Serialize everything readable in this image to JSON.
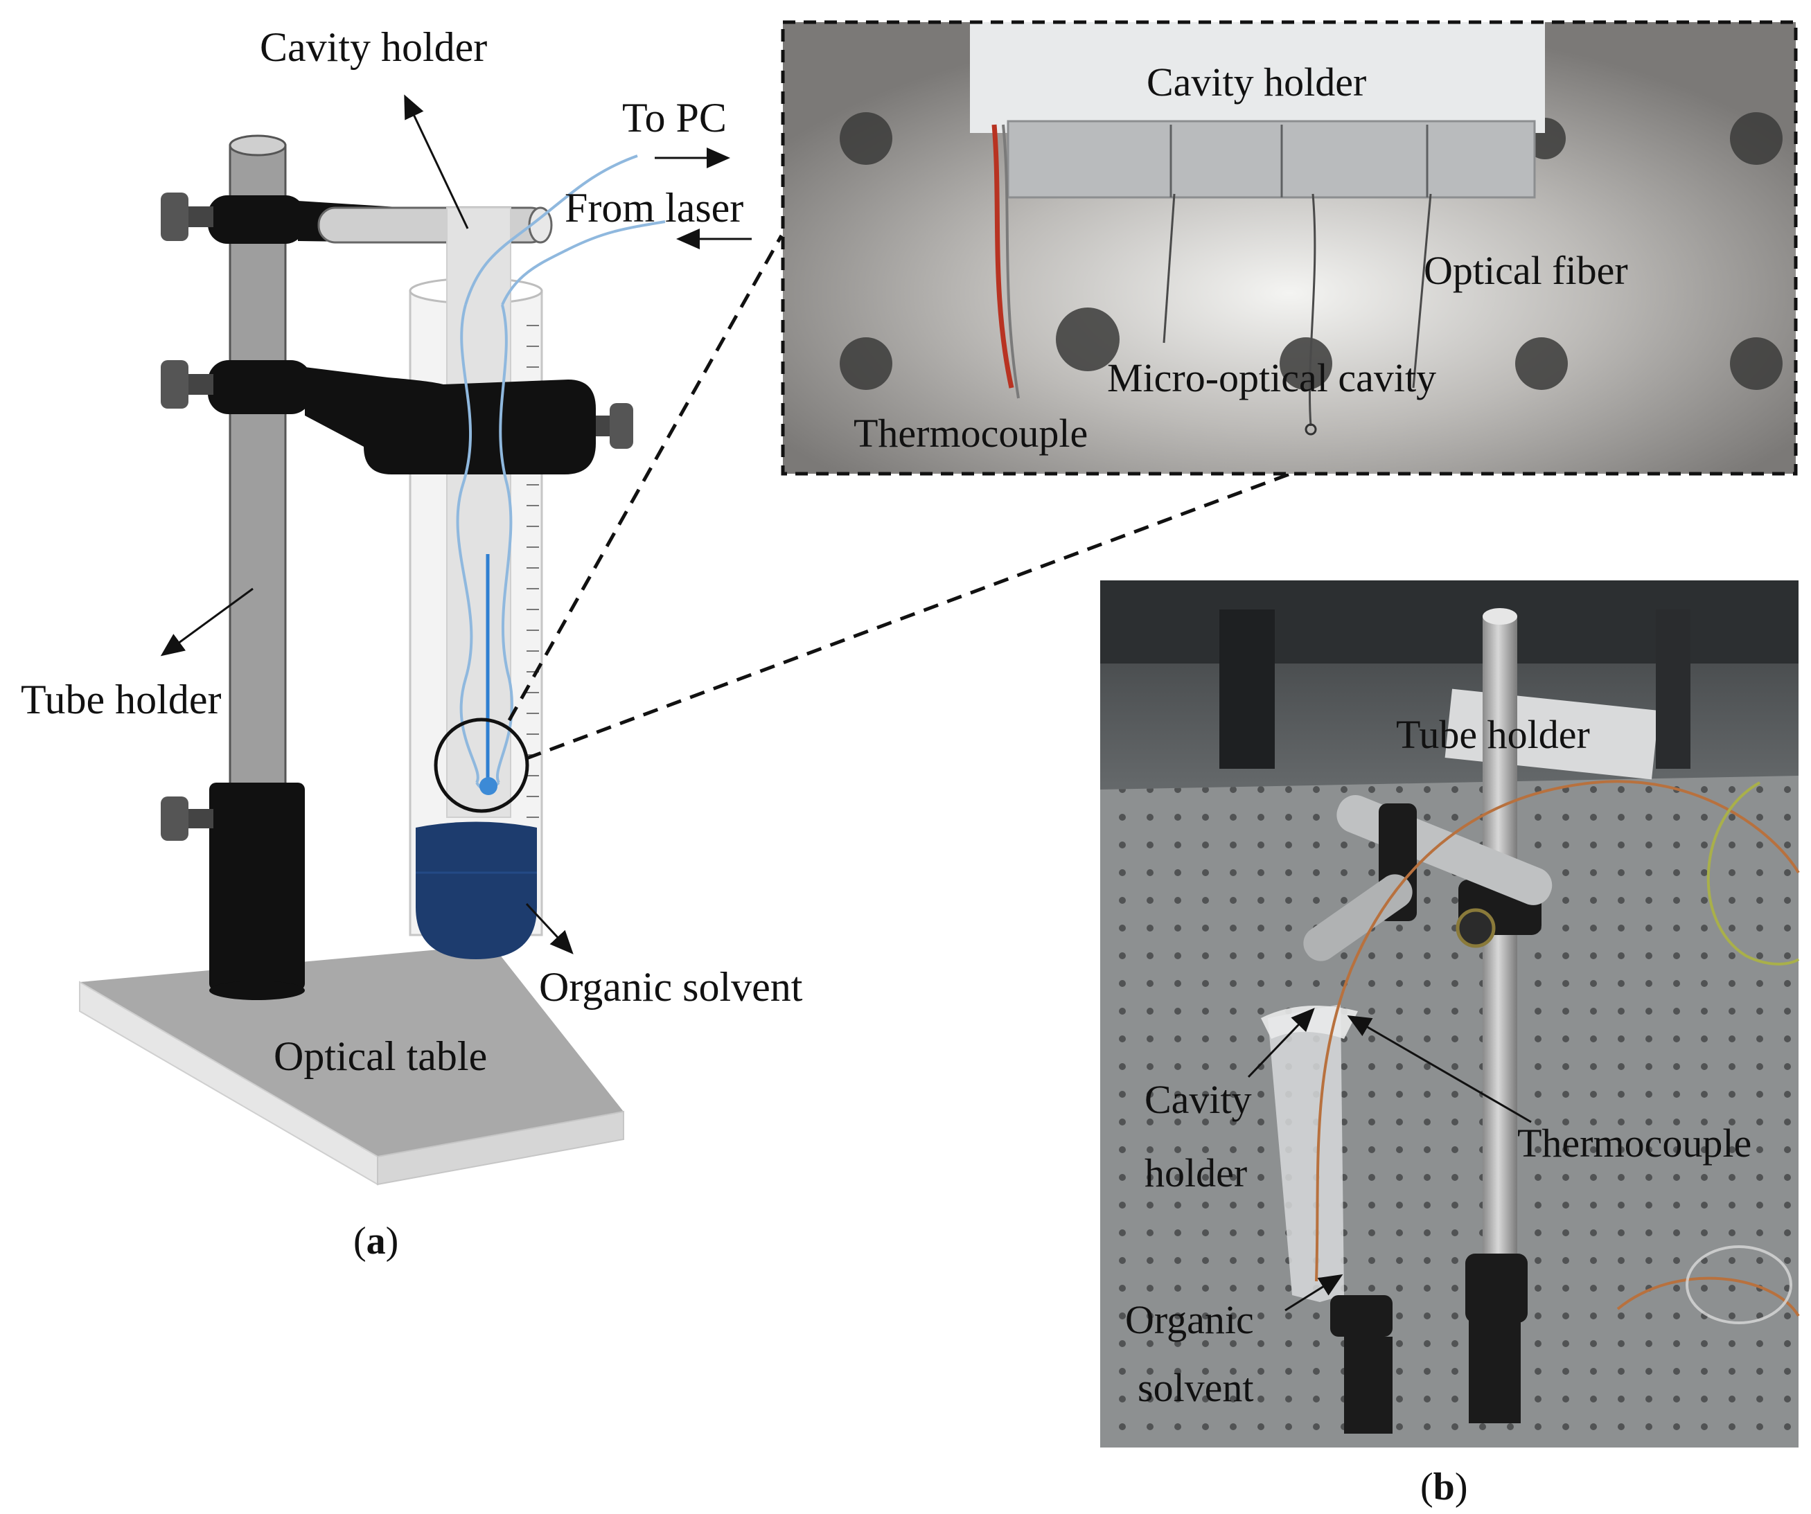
{
  "panel_a": {
    "caption_open": "(",
    "caption_letter": "a",
    "caption_close": ")",
    "labels": {
      "cavity_holder": "Cavity holder",
      "to_pc": "To PC",
      "from_laser": "From laser",
      "tube_holder": "Tube holder",
      "organic_solvent": "Organic solvent",
      "optical_table": "Optical table"
    }
  },
  "inset": {
    "labels": {
      "cavity_holder": "Cavity holder",
      "optical_fiber": "Optical fiber",
      "micro_optical_cavity": "Micro-optical cavity",
      "thermocouple": "Thermocouple"
    }
  },
  "panel_b": {
    "caption_open": "(",
    "caption_letter": "b",
    "caption_close": ")",
    "labels": {
      "tube_holder": "Tube holder",
      "cavity_line1": "Cavity",
      "cavity_line2": "holder",
      "thermocouple": "Thermocouple",
      "organic_line1": "Organic",
      "organic_line2": "solvent"
    }
  },
  "colors": {
    "rod": "#9e9e9e",
    "clamp": "#111111",
    "fiber": "#8fb8de",
    "fiber_dark": "#2f7fd1",
    "solvent": "#1d3c6e",
    "table_top": "#a9a9a9",
    "table_side": "#e4e4e4"
  }
}
